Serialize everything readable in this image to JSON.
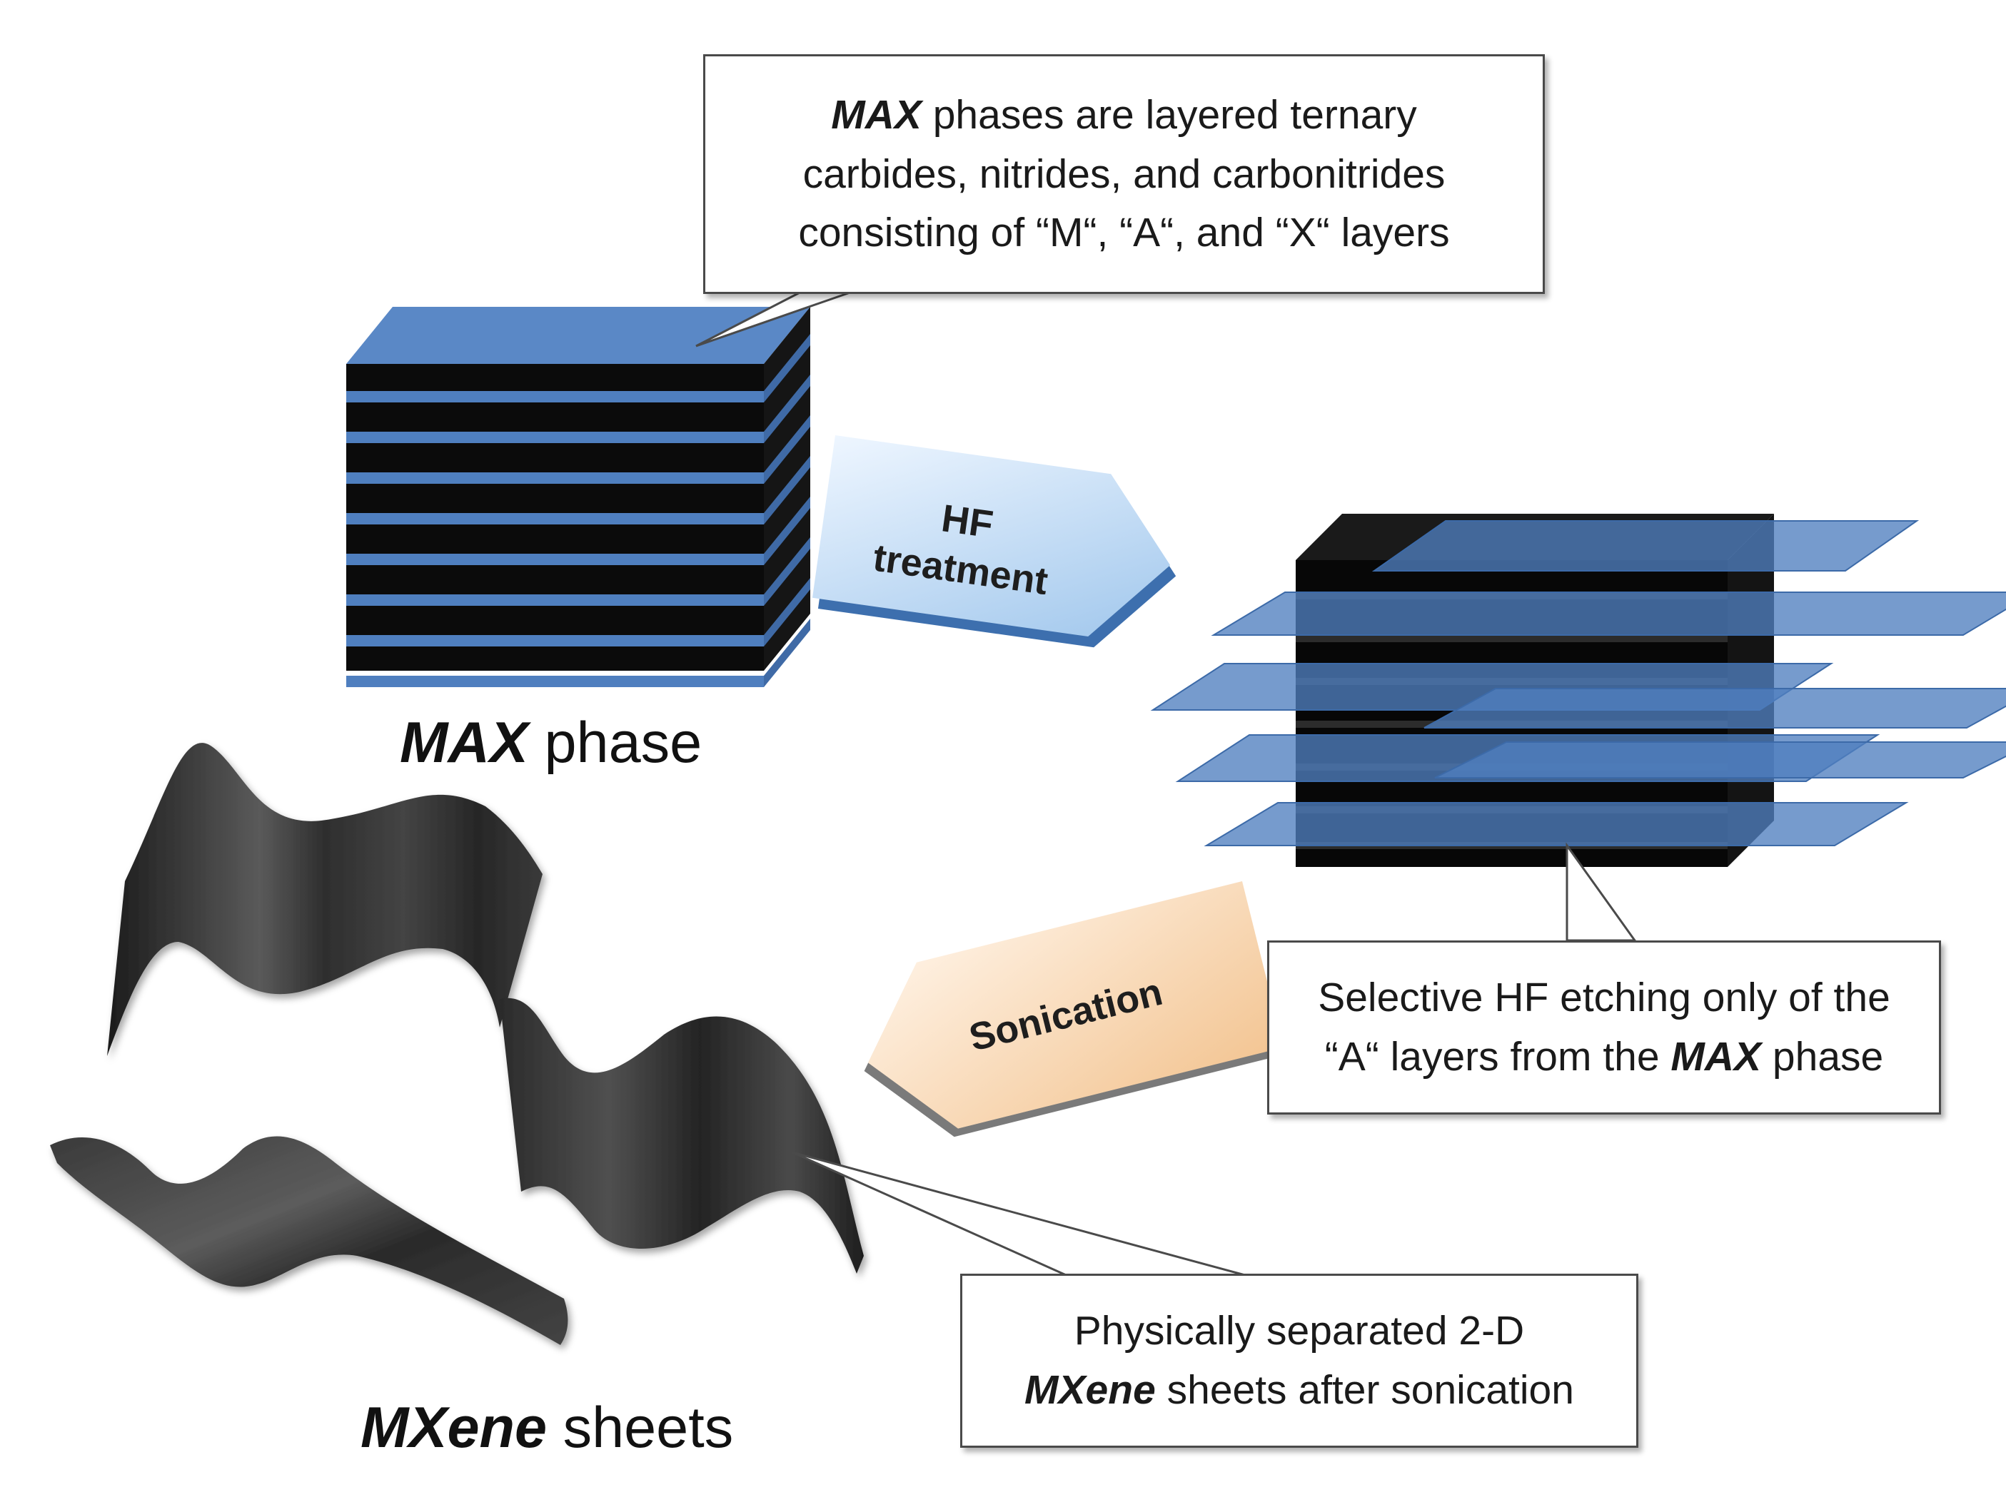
{
  "callout_max": {
    "term": "MAX",
    "line1_rest": " phases are layered ternary",
    "line2": "carbides, nitrides, and carbonitrides",
    "line3": "consisting of “M“, “A“, and “X“ layers"
  },
  "hf_arrow": {
    "line1": "HF",
    "line2": "treatment"
  },
  "sonication_arrow": {
    "label": "Sonication"
  },
  "callout_etching": {
    "line1": "Selective HF etching only of the",
    "line2_prefix": "“A“ layers from the ",
    "term": "MAX",
    "line2_suffix": " phase"
  },
  "callout_sheets": {
    "line1": "Physically separated 2-D",
    "term": "MXene",
    "line2_rest": " sheets after sonication"
  },
  "caption_max": {
    "term": "MAX",
    "rest": " phase"
  },
  "caption_mxene": {
    "term": "MXene",
    "rest": " sheets"
  },
  "colors": {
    "blue_layer": "#4f7fbf",
    "black_layer": "#0b0b0b",
    "hf_arrow_fill": "#b9d6f2",
    "sonication_arrow_fill": "#f6cfa6",
    "sheet_dark": "#2a2a2a"
  }
}
